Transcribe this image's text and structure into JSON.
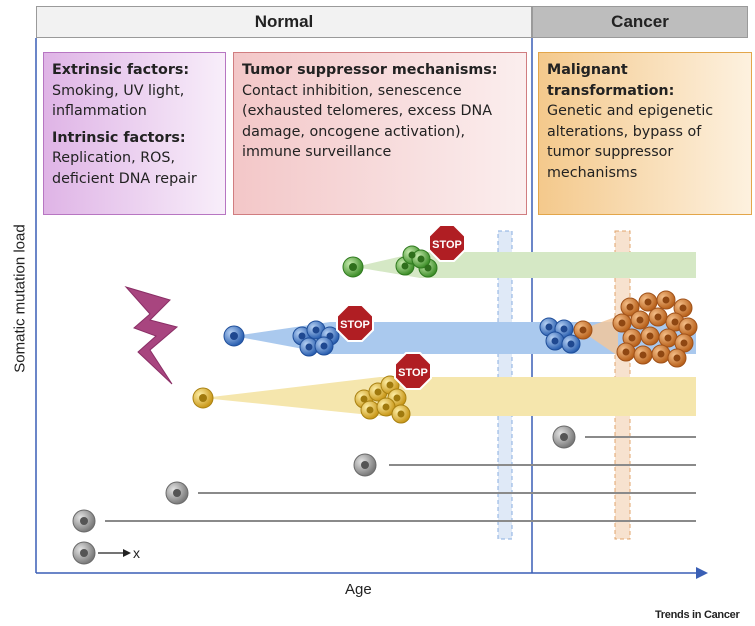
{
  "headers": {
    "normal": "Normal",
    "cancer": "Cancer"
  },
  "boxes": {
    "extrinsic_title": "Extrinsic factors:",
    "extrinsic_body": "Smoking, UV light, inflammation",
    "intrinsic_title": "Intrinsic factors:",
    "intrinsic_body": "Replication, ROS, deficient DNA repair",
    "suppressor_title": "Tumor suppressor mechanisms:",
    "suppressor_body": "Contact inhibition, senescence (exhausted telomeres, excess DNA damage, oncogene activation), immune surveillance",
    "malignant_title": "Malignant transformation:",
    "malignant_body": "Genetic and epigenetic alterations, bypass of tumor suppressor mechanisms"
  },
  "stop_signs": {
    "label": "STOP"
  },
  "axes": {
    "y_label": "Somatic mutation load",
    "x_label": "Age"
  },
  "legend": {
    "division_label": "x"
  },
  "credit": "Trends in Cancer",
  "colors": {
    "green_cell": "#5aaa3c",
    "blue_cell": "#3c78c8",
    "yellow_cell": "#e0b524",
    "orange_cell": "#d27a28",
    "grey_cell": "#8a8a8a",
    "stop": "#b01e23",
    "lightning": "#a8457f",
    "axis": "#3a5fb5"
  }
}
